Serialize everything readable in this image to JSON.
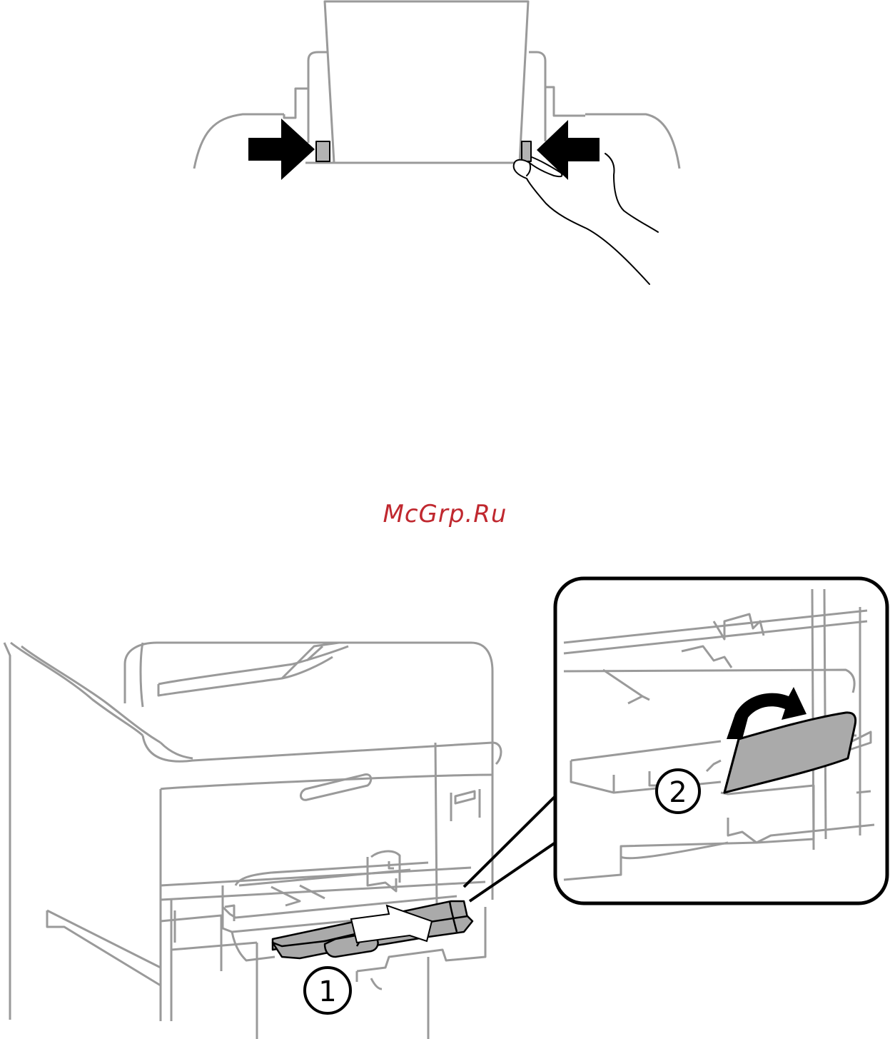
{
  "watermark": {
    "text": "McGrp.Ru",
    "color": "#c0282f"
  },
  "steps": [
    {
      "label": "1"
    },
    {
      "label": "2"
    }
  ],
  "colors": {
    "line": "#9a9a9a",
    "dark": "#000000",
    "fill_gray": "#aaaaaa",
    "guide_gray": "#b3b3b3"
  },
  "icons": {
    "left_arrow": "arrow-right-icon",
    "right_arrow": "arrow-left-icon",
    "pull_arrow": "arrow-pull-icon",
    "flip_arrow": "arrow-curved-icon"
  }
}
